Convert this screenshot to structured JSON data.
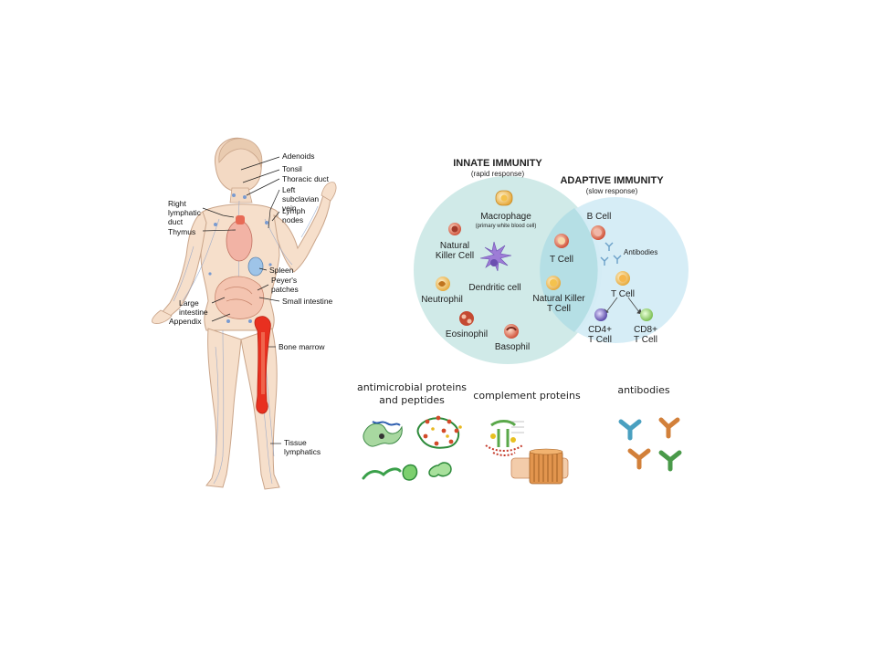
{
  "body_diagram": {
    "labels": {
      "adenoids": "Adenoids",
      "tonsil": "Tonsil",
      "thoracic_duct": "Thoracic duct",
      "left_subclavian_vein": "Left subclavian vein",
      "lymph_nodes": "Lymph nodes",
      "right_lymphatic_duct": "Right lymphatic duct",
      "thymus": "Thymus",
      "spleen": "Spleen",
      "peyers_patches": "Peyer's patches",
      "small_intestine": "Small intestine",
      "large_intestine": "Large intestine",
      "appendix": "Appendix",
      "bone_marrow": "Bone marrow",
      "tissue_lymphatics": "Tissue lymphatics"
    }
  },
  "venn": {
    "innate_title": "INNATE IMMUNITY",
    "innate_subtitle": "(rapid response)",
    "adaptive_title": "ADAPTIVE IMMUNITY",
    "adaptive_subtitle": "(slow response)",
    "innate_cells": {
      "macrophage": "Macrophage",
      "macrophage_note": "(primary white blood cell)",
      "nk_cell_line1": "Natural",
      "nk_cell_line2": "Killer Cell",
      "dendritic": "Dendritic cell",
      "neutrophil": "Neutrophil",
      "eosinophil": "Eosinophil",
      "basophil": "Basophil"
    },
    "overlap_cells": {
      "t_cell": "T Cell",
      "nkt_line1": "Natural Killer",
      "nkt_line2": "T Cell"
    },
    "adaptive_cells": {
      "b_cell": "B Cell",
      "antibodies": "Antibodies",
      "t_cell": "T Cell",
      "cd4_line1": "CD4+",
      "cd4_line2": "T Cell",
      "cd8_line1": "CD8+",
      "cd8_line2": "T Cell"
    },
    "colors": {
      "innate_fill": "#cde9e7",
      "adaptive_fill": "#d4ecf6",
      "overlap_fill": "#b5dfe5"
    }
  },
  "bottom": {
    "antimicrobial_line1": "antimicrobial proteins",
    "antimicrobial_line2": "and peptides",
    "complement": "complement proteins",
    "antibodies": "antibodies"
  }
}
